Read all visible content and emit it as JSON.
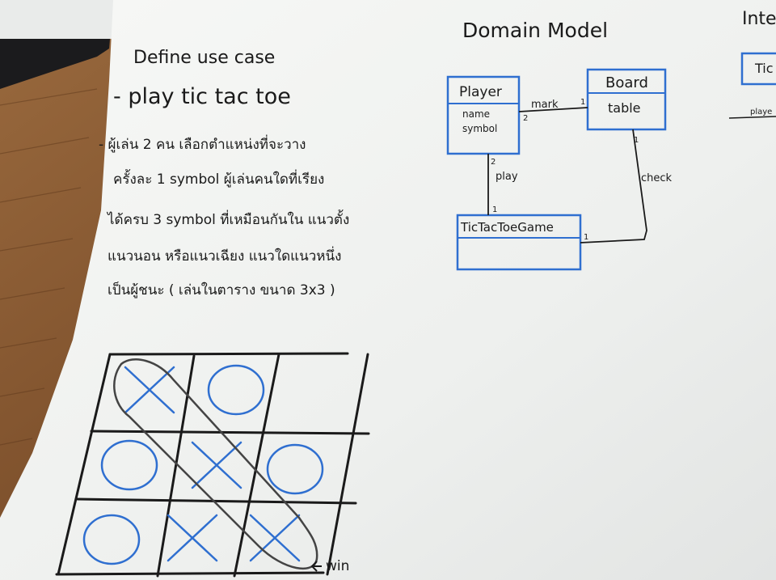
{
  "left_notes": {
    "heading": "Define use case",
    "use_case": "- play tic tac toe",
    "thai_lines": [
      "- ผู้เล่น 2 คน เลือกตำแหน่งที่จะวาง",
      "ครั้งละ 1 symbol ผู้เล่นคนใดที่เรียง",
      "ได้ครบ 3 symbol ที่เหมือนกันใน แนวตั้ง",
      "แนวนอน หรือแนวเฉียง แนวใดแนวหนึ่ง",
      "เป็นผู้ชนะ ( เล่นในตาราง ขนาด 3x3 )"
    ]
  },
  "grid": {
    "cells": [
      "X",
      "O",
      "",
      "O",
      "X",
      "O",
      "O",
      "X",
      "X"
    ],
    "win_label": "win"
  },
  "domain_model": {
    "title": "Domain Model",
    "player": {
      "name": "Player",
      "attrs": [
        "name",
        "symbol"
      ]
    },
    "board": {
      "name": "Board",
      "attrs": [
        "table"
      ]
    },
    "game": {
      "name": "TicTacToeGame"
    },
    "assoc_mark": {
      "label": "mark",
      "player_mult": "2",
      "board_mult": "1"
    },
    "assoc_play": {
      "label": "play",
      "player_mult": "2",
      "game_mult": "1"
    },
    "assoc_check": {
      "label": "check",
      "board_mult": "1",
      "game_mult": "1"
    }
  },
  "right_edge": {
    "title_fragment": "Inte",
    "box_fragment": "Tic",
    "label_fragment": "playe"
  },
  "colors": {
    "ink": "#1a1a1a",
    "marker_blue": "#2f6fd0",
    "board_white": "#f3f4f2",
    "table_wood": "#8a5a34"
  }
}
